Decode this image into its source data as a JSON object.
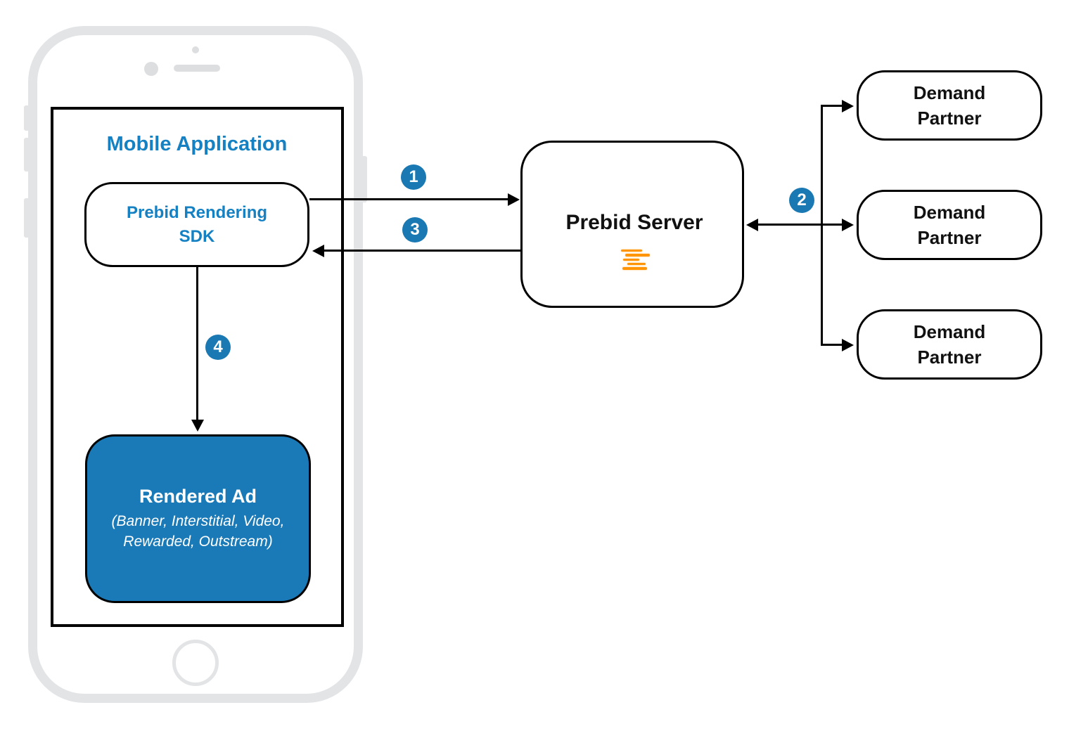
{
  "phone": {
    "screen_title": "Mobile Application",
    "sdk_box": {
      "label": "Prebid Rendering\nSDK"
    },
    "rendered_ad_box": {
      "title": "Rendered Ad",
      "subtitle": "(Banner, Interstitial, Video,\nRewarded, Outstream)"
    }
  },
  "server_box": {
    "label": "Prebid Server",
    "logo_icon": "prebid-lines-logo"
  },
  "demand_partner_boxes": [
    {
      "label": "Demand\nPartner"
    },
    {
      "label": "Demand\nPartner"
    },
    {
      "label": "Demand\nPartner"
    }
  ],
  "step_badges": [
    {
      "number": "1"
    },
    {
      "number": "2"
    },
    {
      "number": "3"
    },
    {
      "number": "4"
    }
  ],
  "colors": {
    "accent_blue": "#1a7ab8",
    "badge_blue": "#1a78b2",
    "text_blue": "#1581c2",
    "logo_orange": "#ff9405",
    "phone_frame_gray": "#e2e4e6",
    "line_black": "#000000"
  }
}
